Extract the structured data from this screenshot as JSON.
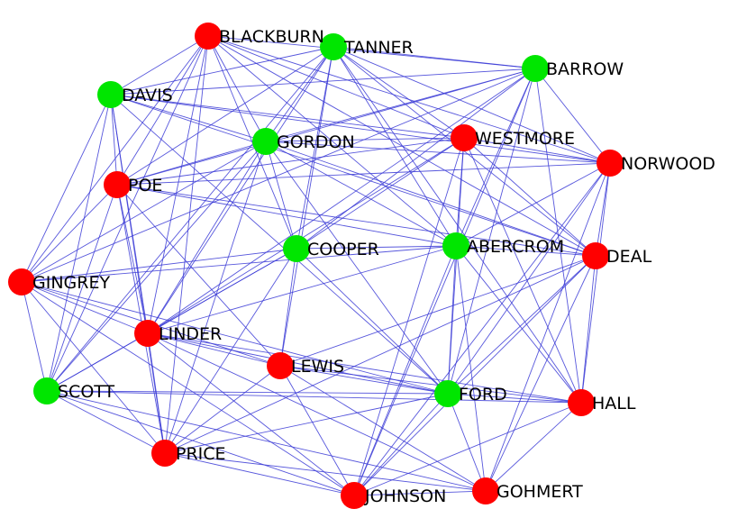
{
  "colors": {
    "edge": "#3a3ad6",
    "democrat_node": "#ff0000",
    "republican_node": "#00e600",
    "label": "#000000"
  },
  "nodes": [
    {
      "id": "blackburn",
      "label": "BLACKBURN",
      "color": "red"
    },
    {
      "id": "tanner",
      "label": "TANNER",
      "color": "green"
    },
    {
      "id": "barrow",
      "label": "BARROW",
      "color": "green"
    },
    {
      "id": "davis",
      "label": "DAVIS",
      "color": "green"
    },
    {
      "id": "gordon",
      "label": "GORDON",
      "color": "green"
    },
    {
      "id": "westmore",
      "label": "WESTMORE",
      "color": "red"
    },
    {
      "id": "norwood",
      "label": "NORWOOD",
      "color": "red"
    },
    {
      "id": "poe",
      "label": "POE",
      "color": "red"
    },
    {
      "id": "cooper",
      "label": "COOPER",
      "color": "green"
    },
    {
      "id": "abercrom",
      "label": "ABERCROM",
      "color": "green"
    },
    {
      "id": "deal",
      "label": "DEAL",
      "color": "red"
    },
    {
      "id": "gingrey",
      "label": "GINGREY",
      "color": "red"
    },
    {
      "id": "linder",
      "label": "LINDER",
      "color": "red"
    },
    {
      "id": "lewis",
      "label": "LEWIS",
      "color": "red"
    },
    {
      "id": "scott",
      "label": "SCOTT",
      "color": "green"
    },
    {
      "id": "ford",
      "label": "FORD",
      "color": "green"
    },
    {
      "id": "hall",
      "label": "HALL",
      "color": "red"
    },
    {
      "id": "price",
      "label": "PRICE",
      "color": "red"
    },
    {
      "id": "johnson",
      "label": "JOHNSON",
      "color": "red"
    },
    {
      "id": "gohmert",
      "label": "GOHMERT",
      "color": "red"
    }
  ],
  "edges": [
    [
      "blackburn",
      "gordon"
    ],
    [
      "blackburn",
      "westmore"
    ],
    [
      "blackburn",
      "norwood"
    ],
    [
      "blackburn",
      "abercrom"
    ],
    [
      "blackburn",
      "deal"
    ],
    [
      "blackburn",
      "gingrey"
    ],
    [
      "blackburn",
      "linder"
    ],
    [
      "blackburn",
      "price"
    ],
    [
      "blackburn",
      "davis"
    ],
    [
      "blackburn",
      "barrow"
    ],
    [
      "blackburn",
      "poe"
    ],
    [
      "blackburn",
      "cooper"
    ],
    [
      "blackburn",
      "scott"
    ],
    [
      "tanner",
      "davis"
    ],
    [
      "tanner",
      "barrow"
    ],
    [
      "tanner",
      "gordon"
    ],
    [
      "tanner",
      "westmore"
    ],
    [
      "tanner",
      "norwood"
    ],
    [
      "tanner",
      "poe"
    ],
    [
      "tanner",
      "abercrom"
    ],
    [
      "tanner",
      "deal"
    ],
    [
      "tanner",
      "linder"
    ],
    [
      "tanner",
      "scott"
    ],
    [
      "tanner",
      "lewis"
    ],
    [
      "tanner",
      "cooper"
    ],
    [
      "tanner",
      "hall"
    ],
    [
      "barrow",
      "davis"
    ],
    [
      "barrow",
      "gordon"
    ],
    [
      "barrow",
      "poe"
    ],
    [
      "barrow",
      "cooper"
    ],
    [
      "barrow",
      "abercrom"
    ],
    [
      "barrow",
      "ford"
    ],
    [
      "barrow",
      "johnson"
    ],
    [
      "barrow",
      "linder"
    ],
    [
      "barrow",
      "norwood"
    ],
    [
      "barrow",
      "hall"
    ],
    [
      "barrow",
      "gingrey"
    ],
    [
      "davis",
      "gordon"
    ],
    [
      "davis",
      "westmore"
    ],
    [
      "davis",
      "norwood"
    ],
    [
      "davis",
      "gingrey"
    ],
    [
      "davis",
      "scott"
    ],
    [
      "davis",
      "linder"
    ],
    [
      "davis",
      "deal"
    ],
    [
      "davis",
      "price"
    ],
    [
      "davis",
      "ford"
    ],
    [
      "davis",
      "poe"
    ],
    [
      "gordon",
      "westmore"
    ],
    [
      "gordon",
      "norwood"
    ],
    [
      "gordon",
      "poe"
    ],
    [
      "gordon",
      "cooper"
    ],
    [
      "gordon",
      "linder"
    ],
    [
      "gordon",
      "scott"
    ],
    [
      "gordon",
      "price"
    ],
    [
      "gordon",
      "ford"
    ],
    [
      "gordon",
      "deal"
    ],
    [
      "gordon",
      "gingrey"
    ],
    [
      "gordon",
      "abercrom"
    ],
    [
      "westmore",
      "norwood"
    ],
    [
      "westmore",
      "abercrom"
    ],
    [
      "westmore",
      "ford"
    ],
    [
      "westmore",
      "hall"
    ],
    [
      "westmore",
      "poe"
    ],
    [
      "westmore",
      "linder"
    ],
    [
      "westmore",
      "cooper"
    ],
    [
      "westmore",
      "johnson"
    ],
    [
      "westmore",
      "deal"
    ],
    [
      "norwood",
      "poe"
    ],
    [
      "norwood",
      "abercrom"
    ],
    [
      "norwood",
      "ford"
    ],
    [
      "norwood",
      "johnson"
    ],
    [
      "norwood",
      "gohmert"
    ],
    [
      "norwood",
      "hall"
    ],
    [
      "norwood",
      "deal"
    ],
    [
      "poe",
      "gingrey"
    ],
    [
      "poe",
      "linder"
    ],
    [
      "poe",
      "scott"
    ],
    [
      "poe",
      "price"
    ],
    [
      "poe",
      "lewis"
    ],
    [
      "poe",
      "deal"
    ],
    [
      "poe",
      "abercrom"
    ],
    [
      "cooper",
      "abercrom"
    ],
    [
      "cooper",
      "linder"
    ],
    [
      "cooper",
      "lewis"
    ],
    [
      "cooper",
      "gingrey"
    ],
    [
      "cooper",
      "scott"
    ],
    [
      "cooper",
      "price"
    ],
    [
      "cooper",
      "ford"
    ],
    [
      "abercrom",
      "deal"
    ],
    [
      "abercrom",
      "ford"
    ],
    [
      "abercrom",
      "hall"
    ],
    [
      "abercrom",
      "johnson"
    ],
    [
      "abercrom",
      "gohmert"
    ],
    [
      "abercrom",
      "linder"
    ],
    [
      "abercrom",
      "gingrey"
    ],
    [
      "deal",
      "ford"
    ],
    [
      "deal",
      "hall"
    ],
    [
      "deal",
      "johnson"
    ],
    [
      "deal",
      "gohmert"
    ],
    [
      "deal",
      "lewis"
    ],
    [
      "deal",
      "price"
    ],
    [
      "gingrey",
      "linder"
    ],
    [
      "gingrey",
      "scott"
    ],
    [
      "gingrey",
      "price"
    ],
    [
      "gingrey",
      "lewis"
    ],
    [
      "gingrey",
      "ford"
    ],
    [
      "gingrey",
      "johnson"
    ],
    [
      "linder",
      "lewis"
    ],
    [
      "linder",
      "scott"
    ],
    [
      "linder",
      "price"
    ],
    [
      "linder",
      "johnson"
    ],
    [
      "linder",
      "gohmert"
    ],
    [
      "linder",
      "ford"
    ],
    [
      "linder",
      "hall"
    ],
    [
      "lewis",
      "ford"
    ],
    [
      "lewis",
      "johnson"
    ],
    [
      "lewis",
      "gohmert"
    ],
    [
      "lewis",
      "hall"
    ],
    [
      "lewis",
      "price"
    ],
    [
      "scott",
      "ford"
    ],
    [
      "scott",
      "price"
    ],
    [
      "scott",
      "johnson"
    ],
    [
      "scott",
      "hall"
    ],
    [
      "scott",
      "gohmert"
    ],
    [
      "ford",
      "hall"
    ],
    [
      "ford",
      "gohmert"
    ],
    [
      "ford",
      "johnson"
    ],
    [
      "ford",
      "price"
    ],
    [
      "hall",
      "gohmert"
    ],
    [
      "hall",
      "johnson"
    ],
    [
      "price",
      "johnson"
    ],
    [
      "price",
      "gohmert"
    ],
    [
      "johnson",
      "gohmert"
    ]
  ]
}
